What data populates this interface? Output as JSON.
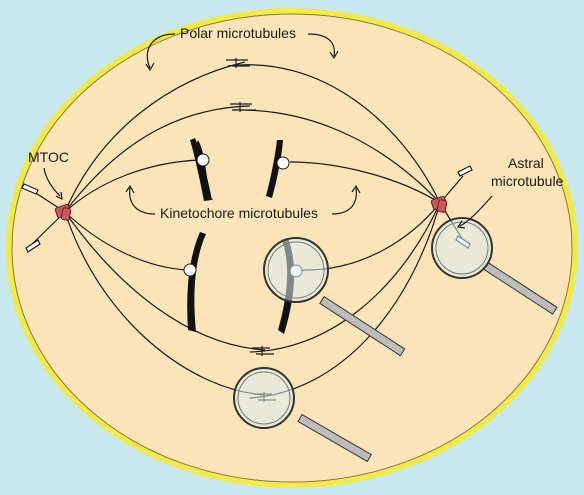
{
  "labels": {
    "polar": "Polar microtubules",
    "mtoc": "MTOC",
    "astral_line1": "Astral",
    "astral_line2": "microtubule",
    "kinetochore": "Kinetochore microtubules"
  },
  "colors": {
    "background": "#c8e8f0",
    "cell_fill": "#fbe5b8",
    "cell_membrane": "#f2ea4a",
    "mtoc": "#c85a5a",
    "chromosome": "#111111",
    "magnifier_lens": "#d9ecf0",
    "magnifier_handle": "#bdbdbd"
  },
  "icons": [
    "magnifying-glass-icon",
    "centriole-icon",
    "chromosome-shape",
    "kinetochore-icon"
  ]
}
